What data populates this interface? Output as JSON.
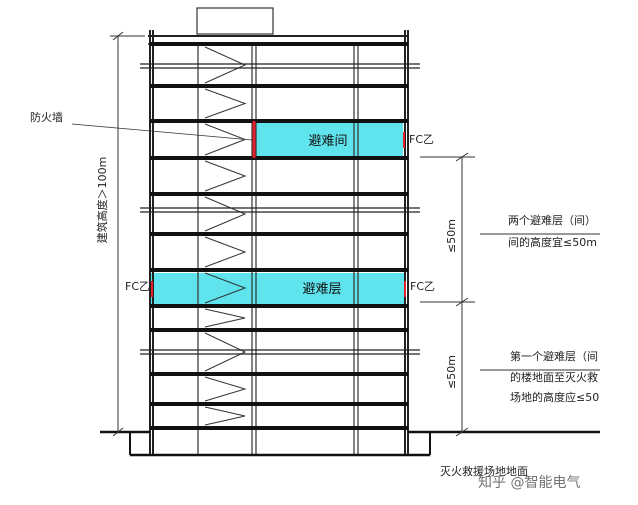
{
  "labels": {
    "firewall": "防火墙",
    "building_height": "建筑高度＞100m",
    "refuge_room": "避难间",
    "refuge_floor": "避难层",
    "fc_right_top": "FC乙",
    "fc_left_mid": "FC乙",
    "fc_right_mid": "FC乙",
    "dim_upper": "≤50m",
    "dim_lower": "≤50m",
    "note_upper_line1": "两个避难层（间）",
    "note_upper_line2": "间的高度宜≤50m",
    "note_lower_line1": "第一个避难层（间",
    "note_lower_line2": "的楼地面至灭火救",
    "note_lower_line3": "场地的高度应≤50",
    "ground_label": "灭火救援场地地面",
    "watermark": "知乎 @智能电气"
  },
  "colors": {
    "refuge_fill": "#5fe3ec",
    "firewall": "#e0202a",
    "floor_slab": "#111111",
    "outline": "#222222"
  }
}
